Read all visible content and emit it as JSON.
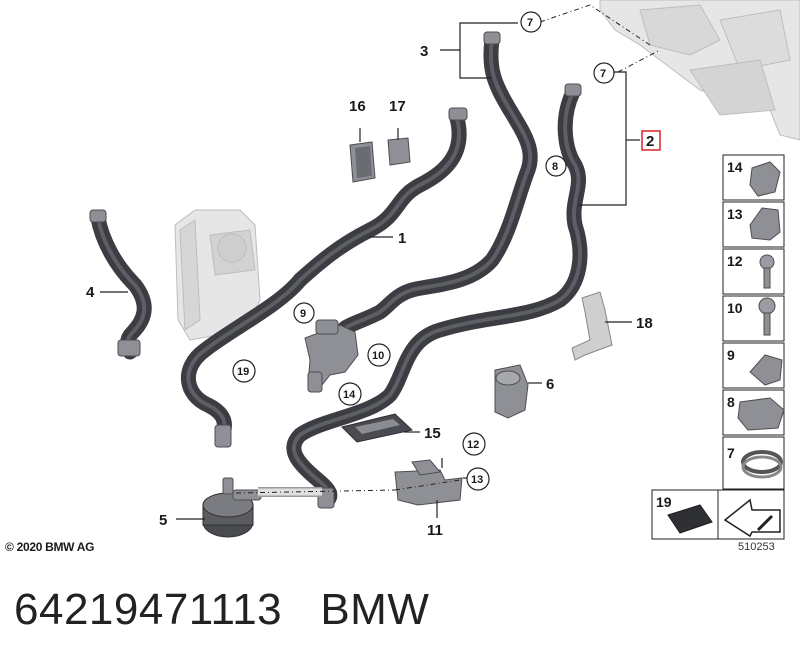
{
  "labels": {
    "l1": "1",
    "l2": "2",
    "l3": "3",
    "l4": "4",
    "l5": "5",
    "l6": "6",
    "l11": "11",
    "l15": "15",
    "l16": "16",
    "l17": "17",
    "l18": "18"
  },
  "callouts": {
    "c7a": "7",
    "c7b": "7",
    "c8": "8",
    "c9": "9",
    "c10": "10",
    "c12": "12",
    "c13": "13",
    "c14": "14",
    "c19": "19"
  },
  "parts_panel": {
    "p14": "14",
    "p13": "13",
    "p12": "12",
    "p10": "10",
    "p9": "9",
    "p8": "8",
    "p7": "7",
    "p19": "19"
  },
  "copyright": "© 2020 BMW AG",
  "image_number": "510253",
  "caption": "64219471113   BMW",
  "colors": {
    "highlight_box": "#d9222a",
    "hose": "#3c3d42"
  }
}
